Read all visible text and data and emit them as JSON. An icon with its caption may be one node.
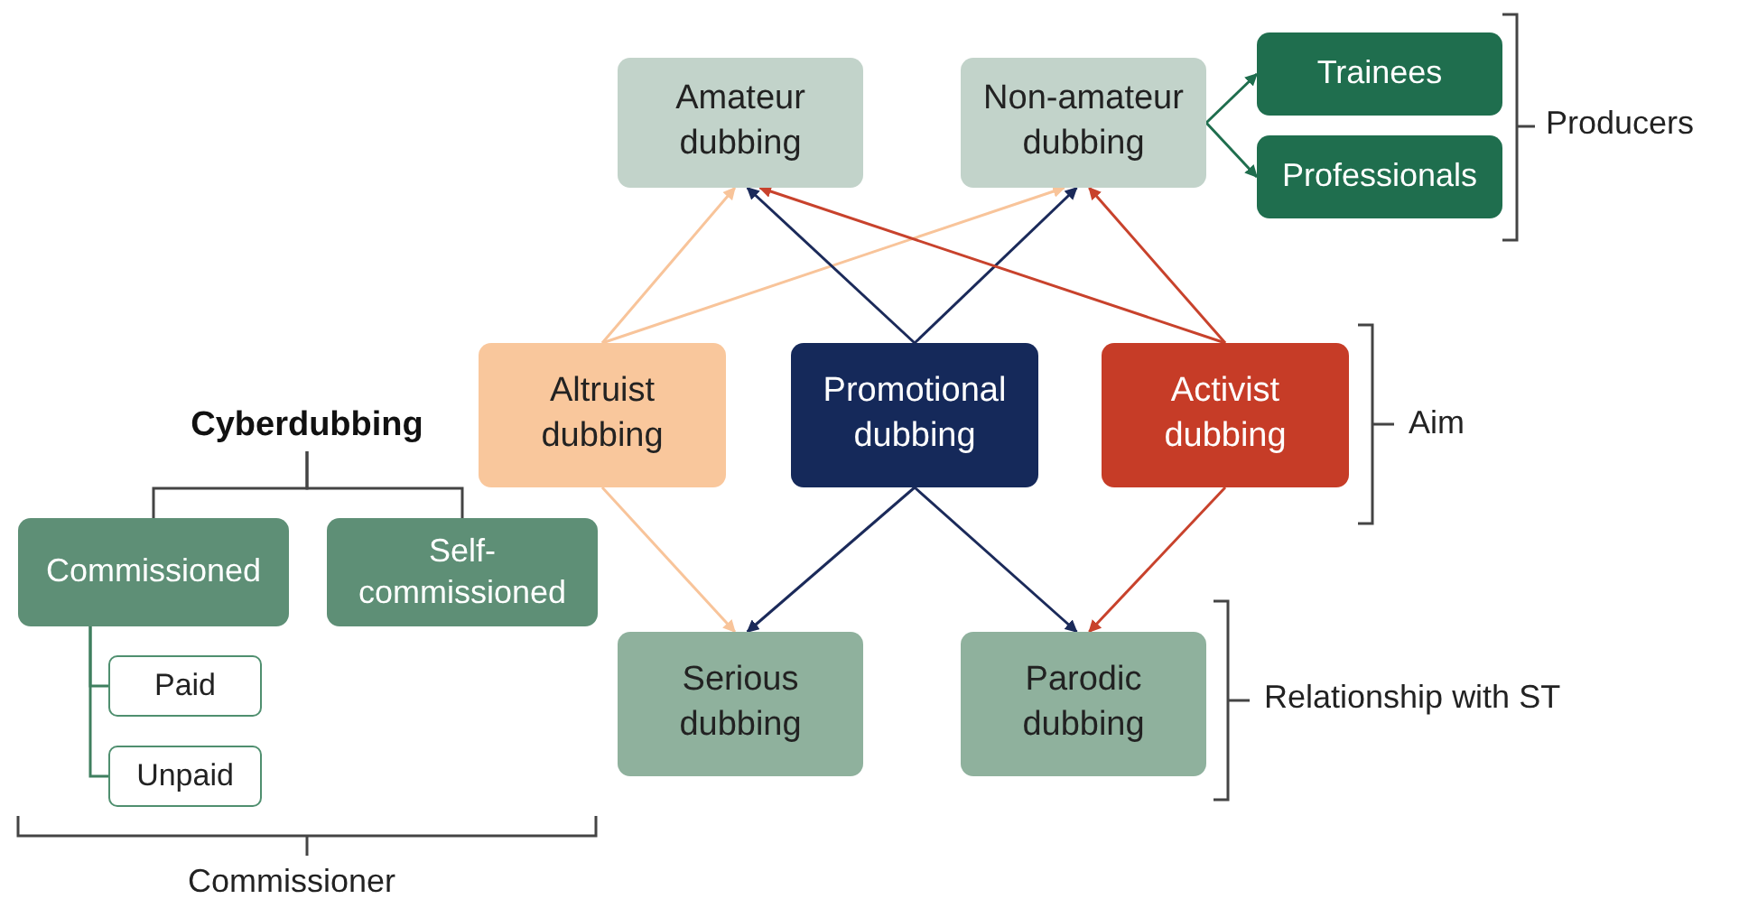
{
  "diagram": {
    "nodes": [
      {
        "text": [
          "Amateur dubbing"
        ]
      },
      {
        "text": [
          "Non-amateur dubbing"
        ]
      },
      {
        "text": [
          "Trainees"
        ]
      },
      {
        "text": [
          "Professionals"
        ]
      },
      {
        "text": [
          "Altruist dubbing"
        ]
      },
      {
        "text": [
          "Promotional dubbing"
        ]
      },
      {
        "text": [
          "Activist dubbing"
        ]
      },
      {
        "text": [
          "Cyberdubbing"
        ]
      },
      {
        "text": [
          "Commissioned"
        ]
      },
      {
        "text": [
          "Self-commissioned"
        ]
      },
      {
        "text": [
          "Paid"
        ]
      },
      {
        "text": [
          "Unpaid"
        ]
      },
      {
        "text": [
          "Serious dubbing"
        ]
      },
      {
        "text": [
          "Parodic dubbing"
        ]
      }
    ],
    "edges": [
      {
        "from": 1,
        "to": 2,
        "arrow": "to",
        "color": "#1f6e4e"
      },
      {
        "from": 1,
        "to": 3,
        "arrow": "to",
        "color": "#1f6e4e"
      },
      {
        "from": 4,
        "to": 0,
        "arrow": "to",
        "color": "#f8c49a"
      },
      {
        "from": 4,
        "to": 1,
        "arrow": "to",
        "color": "#f8c49a"
      },
      {
        "from": 5,
        "to": 0,
        "arrow": "to",
        "color": "#1b2a5a"
      },
      {
        "from": 5,
        "to": 1,
        "arrow": "to",
        "color": "#1b2a5a"
      },
      {
        "from": 6,
        "to": 0,
        "arrow": "to",
        "color": "#c8422c"
      },
      {
        "from": 6,
        "to": 1,
        "arrow": "to",
        "color": "#c8422c"
      },
      {
        "from": 4,
        "to": 12,
        "arrow": "to",
        "color": "#f8c49a"
      },
      {
        "from": 5,
        "to": 12,
        "arrow": "to",
        "color": "#1b2a5a"
      },
      {
        "from": 5,
        "to": 13,
        "arrow": "to",
        "color": "#1b2a5a"
      },
      {
        "from": 6,
        "to": 13,
        "arrow": "to",
        "color": "#c8422c"
      },
      {
        "from": 7,
        "to": 8,
        "arrow": "none",
        "color": "#444444"
      },
      {
        "from": 7,
        "to": 9,
        "arrow": "none",
        "color": "#444444"
      },
      {
        "from": 8,
        "to": 10,
        "arrow": "none",
        "color": "#3f7f5f"
      },
      {
        "from": 8,
        "to": 11,
        "arrow": "none",
        "color": "#3f7f5f"
      }
    ],
    "labels": [
      "Producers",
      "Aim",
      "Relationship with ST",
      "Commissioner"
    ]
  }
}
